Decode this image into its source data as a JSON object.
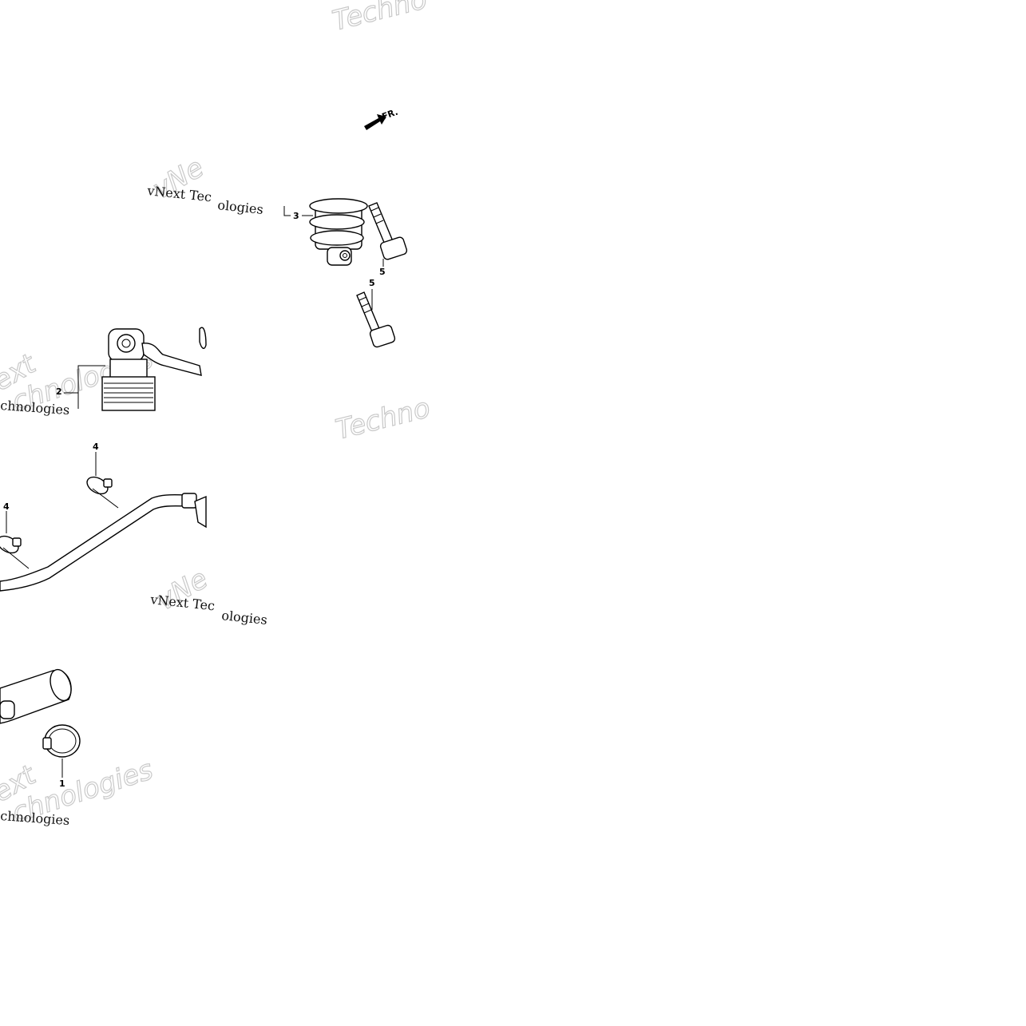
{
  "diagram": {
    "direction_marker": "FR.",
    "callouts": [
      "1",
      "2",
      "3",
      "4",
      "4",
      "5",
      "5"
    ],
    "watermarks": {
      "brand": "vNext Technologies",
      "brand_short": "vNext Tec",
      "tail": "ologies",
      "outline_a": "Techno",
      "outline_b": "Technologies",
      "outline_c": "ext",
      "outline_d": "chnologies"
    },
    "colors": {
      "line": "#000000",
      "watermark": "#c9c9c9",
      "background": "#ffffff"
    }
  }
}
